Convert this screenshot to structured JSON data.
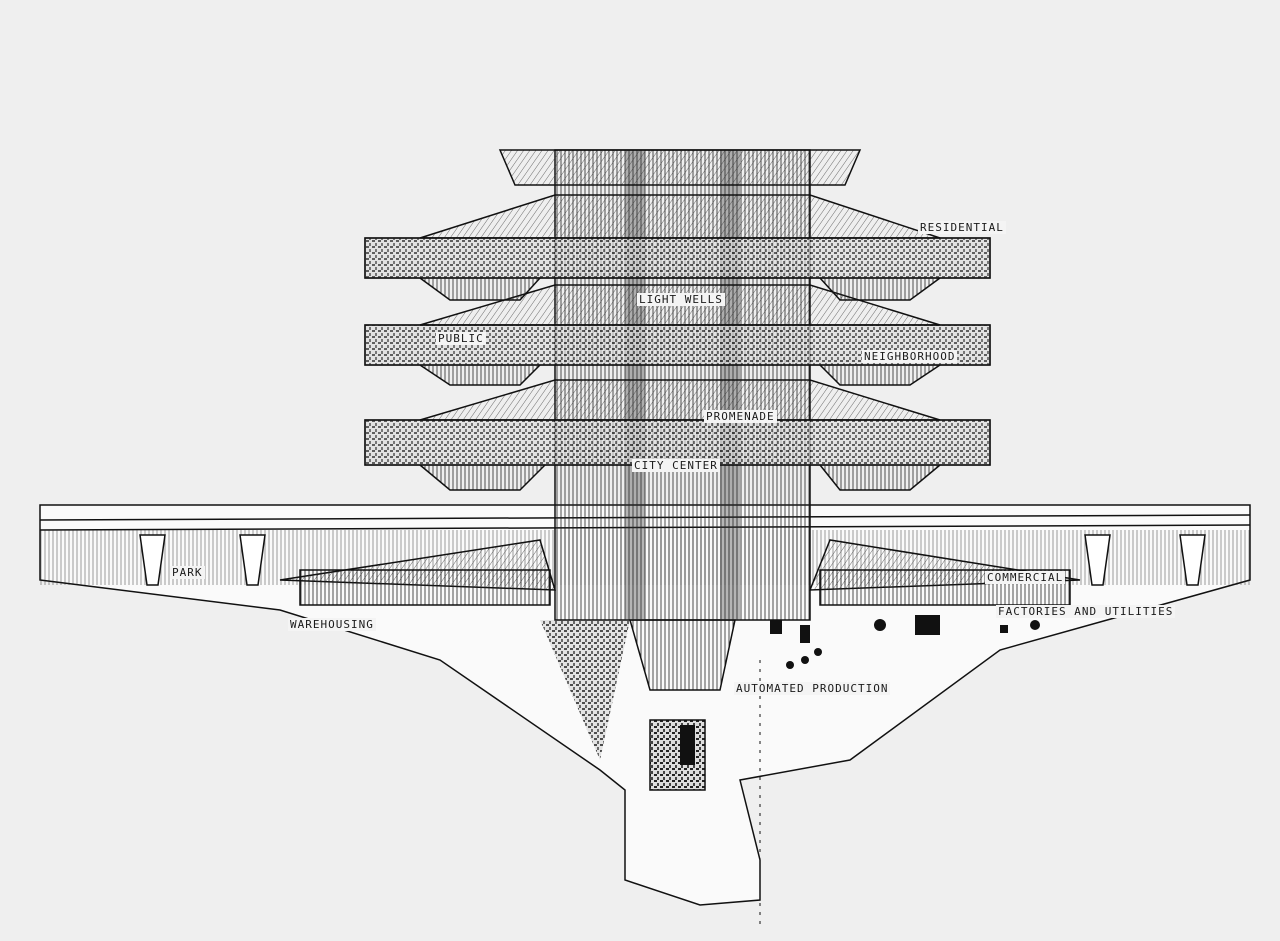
{
  "labels": {
    "residential": "RESIDENTIAL",
    "light_wells": "LIGHT WELLS",
    "public": "PUBLIC",
    "neighborhood": "NEIGHBORHOOD",
    "promenade": "PROMENADE",
    "city_center": "CITY CENTER",
    "park": "PARK",
    "commercial": "COMMERCIAL",
    "warehousing": "WAREHOUSING",
    "factories": "FACTORIES AND UTILITIES",
    "automated_production": "AUTOMATED PRODUCTION"
  },
  "colors": {
    "background": "#efefef",
    "ink": "#1a1a1a"
  }
}
